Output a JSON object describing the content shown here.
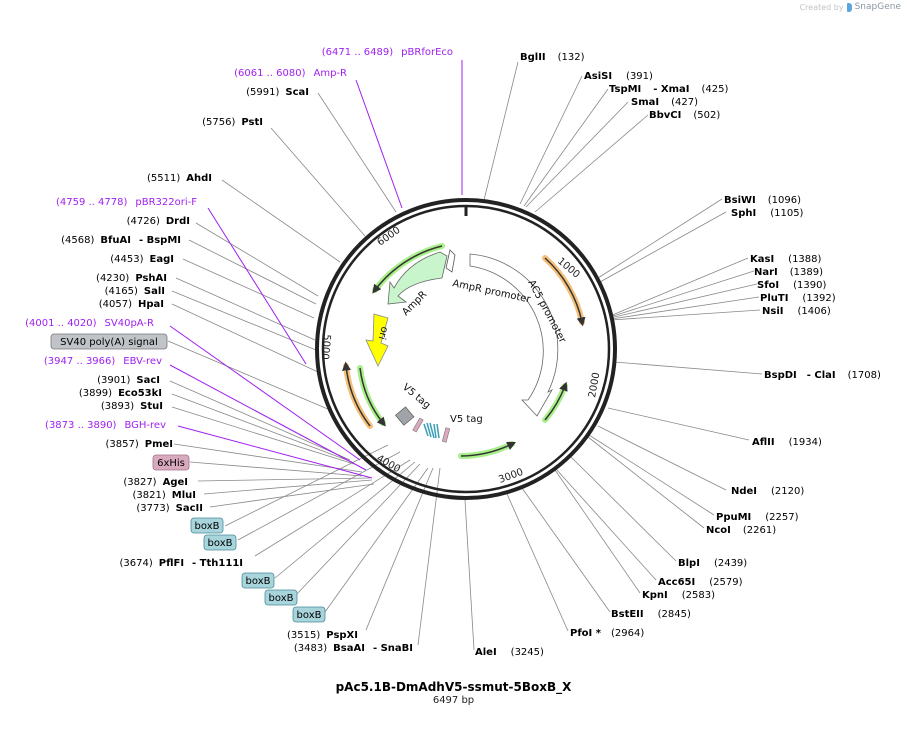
{
  "credit": {
    "prefix": "Created by",
    "brand": "SnapGene"
  },
  "plasmid": {
    "name": "pAc5.1B-DmAdhV5-ssmut-5BoxB_X",
    "length_label": "6497 bp",
    "length": 6497
  },
  "colors": {
    "enzyme_text": "#000000",
    "primer_text": "#a020f0",
    "leader_line": "#888888",
    "backbone": "#222222",
    "ampr": "#c8f5cc",
    "ori": "#ffff00",
    "orange_orf": "#f5c07a",
    "green_orf": "#a9ef8a",
    "boxb_fill": "#a8d4dc",
    "his_fill": "#d9a9be",
    "polyA_fill": "#c0c4c8"
  },
  "ticks": [
    {
      "label": "1000",
      "pos": 1000
    },
    {
      "label": "2000",
      "pos": 2000
    },
    {
      "label": "3000",
      "pos": 3000
    },
    {
      "label": "4000",
      "pos": 4000
    },
    {
      "label": "5000",
      "pos": 5000
    },
    {
      "label": "6000",
      "pos": 6000
    }
  ],
  "features": [
    {
      "name": "AmpR",
      "type": "CDS"
    },
    {
      "name": "AmpR promoter",
      "type": "promoter"
    },
    {
      "name": "AC5 promoter",
      "type": "promoter"
    },
    {
      "name": "ori",
      "type": "rep_origin"
    },
    {
      "name": "V5 tag",
      "type": "tag"
    },
    {
      "name": "V5 tag",
      "type": "tag"
    }
  ],
  "right_labels": [
    {
      "name": "BglII",
      "pos": "(132)"
    },
    {
      "name": "AsiSI",
      "pos": "(391)"
    },
    {
      "name": "TspMI",
      "name2": "- XmaI",
      "pos": "(425)"
    },
    {
      "name": "SmaI",
      "pos": "(427)"
    },
    {
      "name": "BbvCI",
      "pos": "(502)"
    },
    {
      "name": "BsiWI",
      "pos": "(1096)"
    },
    {
      "name": "SphI",
      "pos": "(1105)"
    },
    {
      "name": "KasI",
      "pos": "(1388)"
    },
    {
      "name": "NarI",
      "pos": "(1389)"
    },
    {
      "name": "SfoI",
      "pos": "(1390)"
    },
    {
      "name": "PluTI",
      "pos": "(1392)"
    },
    {
      "name": "NsiI",
      "pos": "(1406)"
    },
    {
      "name": "BspDI",
      "name2": "- ClaI",
      "pos": "(1708)"
    },
    {
      "name": "AflII",
      "pos": "(1934)"
    },
    {
      "name": "NdeI",
      "pos": "(2120)"
    },
    {
      "name": "PpuMI",
      "pos": "(2257)"
    },
    {
      "name": "NcoI",
      "pos": "(2261)"
    },
    {
      "name": "BlpI",
      "pos": "(2439)"
    },
    {
      "name": "Acc65I",
      "pos": "(2579)"
    },
    {
      "name": "KpnI",
      "pos": "(2583)"
    },
    {
      "name": "BstEII",
      "pos": "(2845)"
    },
    {
      "name": "PfoI *",
      "pos": "(2964)"
    },
    {
      "name": "AleI",
      "pos": "(3245)"
    }
  ],
  "left_labels": [
    {
      "kind": "primer",
      "range": "(6471 .. 6489)",
      "name": "pBRforEco"
    },
    {
      "kind": "primer",
      "range": "(6061 .. 6080)",
      "name": "Amp-R"
    },
    {
      "kind": "enzyme",
      "pos": "(5991)",
      "name": "ScaI"
    },
    {
      "kind": "enzyme",
      "pos": "(5756)",
      "name": "PstI"
    },
    {
      "kind": "enzyme",
      "pos": "(5511)",
      "name": "AhdI"
    },
    {
      "kind": "primer",
      "range": "(4759 .. 4778)",
      "name": "pBR322ori-F"
    },
    {
      "kind": "enzyme",
      "pos": "(4726)",
      "name": "DrdI"
    },
    {
      "kind": "enzyme",
      "pos": "(4568)",
      "name": "BfuAI",
      "name2": "- BspMI"
    },
    {
      "kind": "enzyme",
      "pos": "(4453)",
      "name": "EagI"
    },
    {
      "kind": "enzyme",
      "pos": "(4230)",
      "name": "PshAI"
    },
    {
      "kind": "enzyme",
      "pos": "(4165)",
      "name": "SalI"
    },
    {
      "kind": "enzyme",
      "pos": "(4057)",
      "name": "HpaI"
    },
    {
      "kind": "primer",
      "range": "(4001 .. 4020)",
      "name": "SV40pA-R"
    },
    {
      "kind": "box",
      "name": "SV40 poly(A) signal",
      "style": "polyA"
    },
    {
      "kind": "primer",
      "range": "(3947 .. 3966)",
      "name": "EBV-rev"
    },
    {
      "kind": "enzyme",
      "pos": "(3901)",
      "name": "SacI"
    },
    {
      "kind": "enzyme",
      "pos": "(3899)",
      "name": "Eco53kI"
    },
    {
      "kind": "enzyme",
      "pos": "(3893)",
      "name": "StuI"
    },
    {
      "kind": "primer",
      "range": "(3873 .. 3890)",
      "name": "BGH-rev"
    },
    {
      "kind": "enzyme",
      "pos": "(3857)",
      "name": "PmeI"
    },
    {
      "kind": "box",
      "name": "6xHis",
      "style": "his"
    },
    {
      "kind": "enzyme",
      "pos": "(3827)",
      "name": "AgeI"
    },
    {
      "kind": "enzyme",
      "pos": "(3821)",
      "name": "MluI"
    },
    {
      "kind": "enzyme",
      "pos": "(3773)",
      "name": "SacII"
    },
    {
      "kind": "box",
      "name": "boxB",
      "style": "boxb"
    },
    {
      "kind": "box",
      "name": "boxB",
      "style": "boxb"
    },
    {
      "kind": "enzyme",
      "pos": "(3674)",
      "name": "PflFI",
      "name2": "- Tth111I"
    },
    {
      "kind": "box",
      "name": "boxB",
      "style": "boxb"
    },
    {
      "kind": "box",
      "name": "boxB",
      "style": "boxb"
    },
    {
      "kind": "box",
      "name": "boxB",
      "style": "boxb"
    },
    {
      "kind": "enzyme",
      "pos": "(3515)",
      "name": "PspXI"
    },
    {
      "kind": "enzyme",
      "pos": "(3483)",
      "name": "BsaAI",
      "name2": "- SnaBI"
    }
  ]
}
